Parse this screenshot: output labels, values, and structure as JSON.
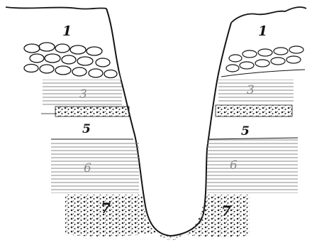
{
  "diagram": {
    "layer_labels": {
      "l1_left": "1",
      "l1_right": "1",
      "l3_left": "3",
      "l3_right": "3",
      "l5_left": "5",
      "l5_right": "5",
      "l6_left": "6",
      "l6_right": "6",
      "l7_left": "7",
      "l7_right": "7"
    },
    "colors": {
      "ink": "#141414",
      "paper": "#ffffff",
      "hatch": "#6a6a6a"
    }
  }
}
